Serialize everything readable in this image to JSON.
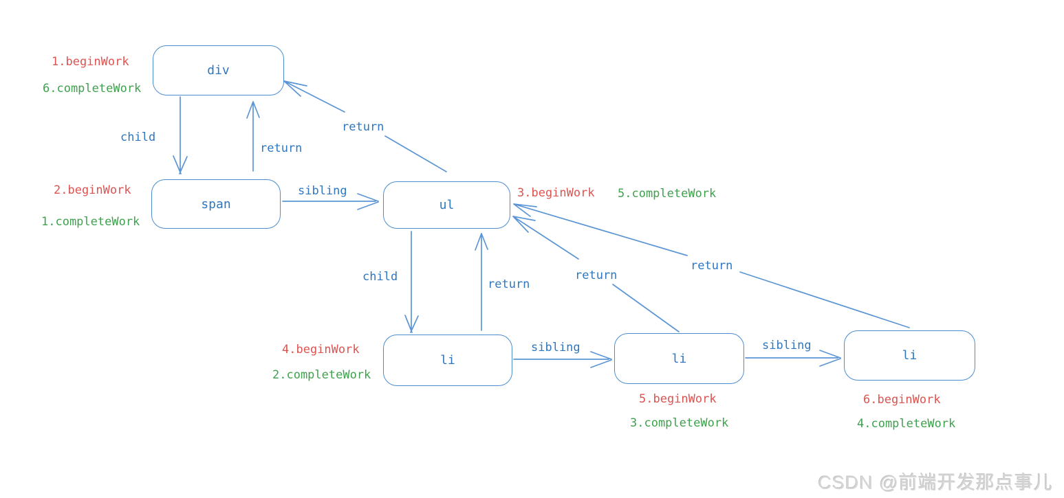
{
  "diagram": {
    "description": "React fiber tree traversal order diagram (beginWork / completeWork)",
    "colors": {
      "node_border": "#4a8cce",
      "node_text": "#2e77c0",
      "arrow_line": "#5b95d5",
      "begin_work_text": "#dd5350",
      "complete_work_text": "#3fa14e",
      "watermark_text": "#d6d6d6",
      "background": "#ffffff"
    },
    "nodes": {
      "div": {
        "label": "div",
        "begin": "1.beginWork",
        "complete": "6.completeWork"
      },
      "span": {
        "label": "span",
        "begin": "2.beginWork",
        "complete": "1.completeWork"
      },
      "ul": {
        "label": "ul",
        "begin": "3.beginWork",
        "complete": "5.completeWork"
      },
      "li1": {
        "label": "li",
        "begin": "4.beginWork",
        "complete": "2.completeWork"
      },
      "li2": {
        "label": "li",
        "begin": "5.beginWork",
        "complete": "3.completeWork"
      },
      "li3": {
        "label": "li",
        "begin": "6.beginWork",
        "complete": "4.completeWork"
      }
    },
    "edges": {
      "child_div_span": {
        "label": "child",
        "from": "div",
        "to": "span"
      },
      "return_span_div": {
        "label": "return",
        "from": "span",
        "to": "div"
      },
      "sibling_span_ul": {
        "label": "sibling",
        "from": "span",
        "to": "ul"
      },
      "return_ul_div": {
        "label": "return",
        "from": "ul",
        "to": "div"
      },
      "child_ul_li1": {
        "label": "child",
        "from": "ul",
        "to": "li1"
      },
      "return_li1_ul": {
        "label": "return",
        "from": "li1",
        "to": "ul"
      },
      "sibling_li1_li2": {
        "label": "sibling",
        "from": "li1",
        "to": "li2"
      },
      "return_li2_ul": {
        "label": "return",
        "from": "li2",
        "to": "ul"
      },
      "sibling_li2_li3": {
        "label": "sibling",
        "from": "li2",
        "to": "li3"
      },
      "return_li3_ul": {
        "label": "return",
        "from": "li3",
        "to": "ul"
      }
    }
  },
  "watermark": "CSDN @前端开发那点事儿"
}
